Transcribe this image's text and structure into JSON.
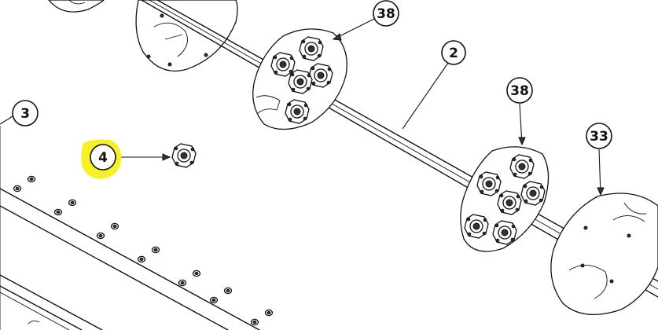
{
  "callouts": {
    "c38a": "38",
    "c2": "2",
    "c38b": "38",
    "c33": "33",
    "c3": "3",
    "c4": "4"
  },
  "colors": {
    "highlight": "#f7ef2a",
    "ink": "#111111"
  }
}
